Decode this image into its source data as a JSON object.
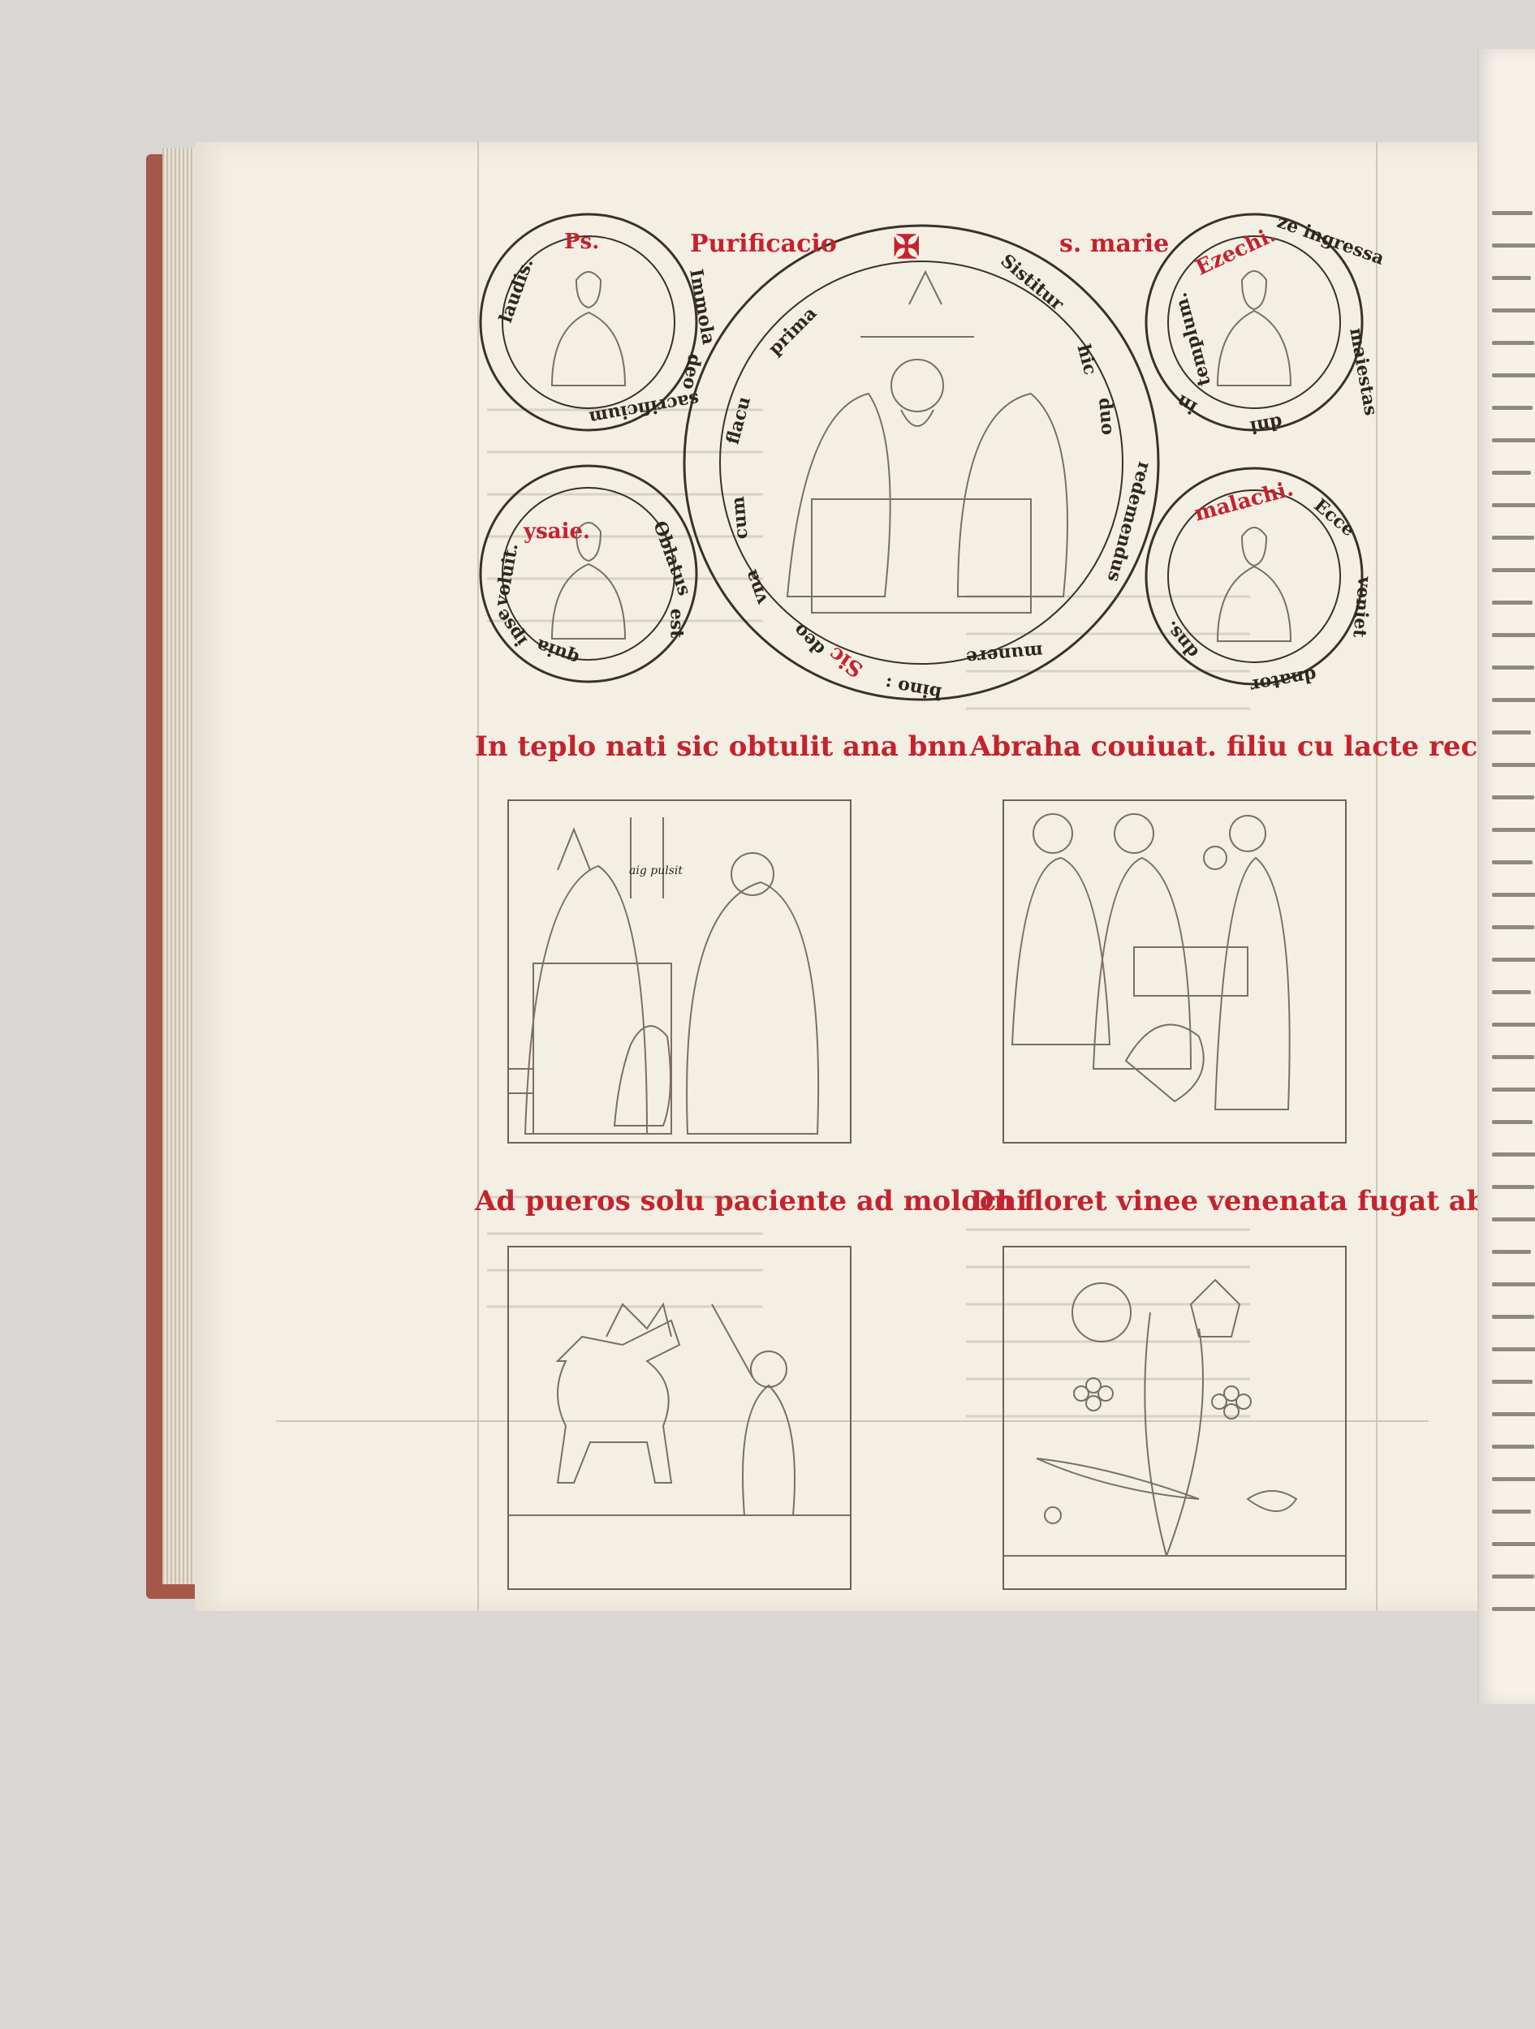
{
  "manuscript": {
    "roundels": {
      "tl": {
        "name": "Ps.",
        "words": [
          "Immola",
          "deo",
          "sacrificium",
          "laudis."
        ]
      },
      "top_center": {
        "head": "Purificacio",
        "cross": "✠",
        "tail": "s. marie"
      },
      "center": {
        "words": [
          "Sistitur",
          "hic",
          "duo",
          "redemendus",
          "munere",
          "bino :",
          "Sic",
          "deo",
          "vna",
          "cum",
          "flacu",
          "prima"
        ]
      },
      "tr": {
        "name": "Ezechi.",
        "words": [
          "ze ingressa",
          "maiestas",
          "dni",
          "in",
          "templum."
        ]
      },
      "bl": {
        "name": "ysaie.",
        "words": [
          "Oblatus",
          "est",
          "quia",
          "ipse",
          "voluit."
        ]
      },
      "br": {
        "name": "malachi.",
        "words": [
          "Ecce",
          "veniet",
          "dnator",
          "dns."
        ]
      }
    },
    "captions": {
      "mid_left": "In teplo nati sic obtulit ana bnn",
      "mid_right": "Abraha couiuat. filiu cu lacte recedat",
      "low_left": "Ad pueros solu paciente ad molochi",
      "low_right": "Dn floret vinee venenata fugat abi te"
    },
    "annotation": "aig pulsit"
  }
}
